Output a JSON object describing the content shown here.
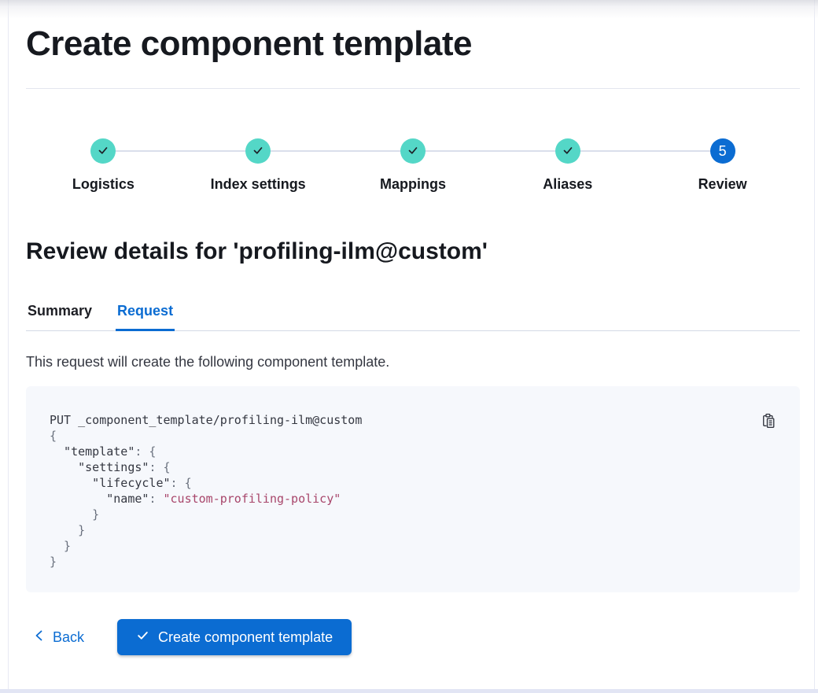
{
  "page": {
    "title": "Create component template"
  },
  "stepper": {
    "steps": [
      {
        "label": "Logistics",
        "status": "complete",
        "icon": "check-icon"
      },
      {
        "label": "Index settings",
        "status": "complete",
        "icon": "check-icon"
      },
      {
        "label": "Mappings",
        "status": "complete",
        "icon": "check-icon"
      },
      {
        "label": "Aliases",
        "status": "complete",
        "icon": "check-icon"
      },
      {
        "label": "Review",
        "status": "current",
        "number": "5"
      }
    ]
  },
  "review": {
    "heading": "Review details for 'profiling-ilm@custom'",
    "tabs": [
      {
        "label": "Summary",
        "active": false
      },
      {
        "label": "Request",
        "active": true
      }
    ],
    "description": "This request will create the following component template."
  },
  "code": {
    "copy_icon": "copy-clipboard-icon",
    "lines": [
      {
        "segments": [
          {
            "text": "PUT _component_template/profiling-ilm@custom",
            "color": "plain"
          }
        ]
      },
      {
        "segments": [
          {
            "text": "{",
            "color": "punct"
          }
        ]
      },
      {
        "segments": [
          {
            "text": "  \"template\"",
            "color": "key"
          },
          {
            "text": ": {",
            "color": "punct"
          }
        ]
      },
      {
        "segments": [
          {
            "text": "    \"settings\"",
            "color": "key"
          },
          {
            "text": ": {",
            "color": "punct"
          }
        ]
      },
      {
        "segments": [
          {
            "text": "      \"lifecycle\"",
            "color": "key"
          },
          {
            "text": ": {",
            "color": "punct"
          }
        ]
      },
      {
        "segments": [
          {
            "text": "        \"name\"",
            "color": "key"
          },
          {
            "text": ": ",
            "color": "punct"
          },
          {
            "text": "\"custom-profiling-policy\"",
            "color": "string"
          }
        ]
      },
      {
        "segments": [
          {
            "text": "      }",
            "color": "punct"
          }
        ]
      },
      {
        "segments": [
          {
            "text": "    }",
            "color": "punct"
          }
        ]
      },
      {
        "segments": [
          {
            "text": "  }",
            "color": "punct"
          }
        ]
      },
      {
        "segments": [
          {
            "text": "}",
            "color": "punct"
          }
        ]
      }
    ]
  },
  "footer": {
    "back_label": "Back",
    "back_icon": "chevron-left-icon",
    "create_label": "Create component template",
    "create_icon": "check-icon"
  },
  "colors": {
    "primary_blue": "#0b6cd2",
    "step_complete_teal": "#54d7c7",
    "code_background": "#f6f8fc",
    "code_string_pink": "#a8466b",
    "code_text": "#343741",
    "tab_underline": "#0b6cd2"
  }
}
